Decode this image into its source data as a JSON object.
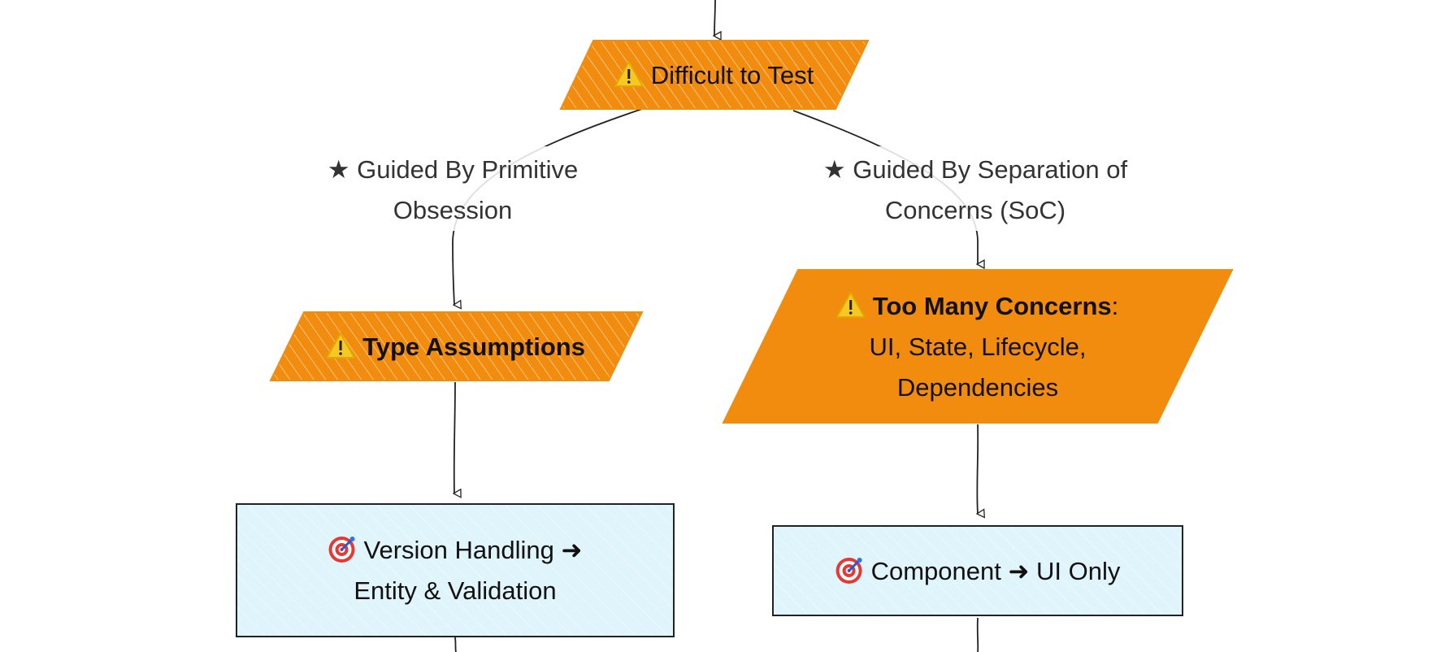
{
  "diagram": {
    "nodes": {
      "difficult": {
        "icon": "warning-icon",
        "lines": [
          [
            {
              "text": "Difficult to Test",
              "bold": false
            }
          ]
        ],
        "fill": "#f28c0f"
      },
      "type_assumptions": {
        "icon": "warning-icon",
        "lines": [
          [
            {
              "text": "Type Assumptions",
              "bold": true
            }
          ]
        ],
        "fill": "#f28c0f"
      },
      "too_many": {
        "icon": "warning-icon",
        "lines": [
          [
            {
              "text": "Too Many Concerns",
              "bold": true
            },
            {
              "text": ":",
              "bold": false
            }
          ],
          [
            {
              "text": "UI, State, Lifecycle,",
              "bold": false
            }
          ],
          [
            {
              "text": "Dependencies",
              "bold": false
            }
          ]
        ],
        "fill": "#f28c0f"
      },
      "version_handling": {
        "icon": "target-icon",
        "lines": [
          [
            {
              "text": "Version Handling ➜",
              "bold": false
            }
          ],
          [
            {
              "text": "Entity & Validation",
              "bold": false
            }
          ]
        ],
        "fill": "#e0f4fb"
      },
      "component": {
        "icon": "target-icon",
        "lines": [
          [
            {
              "text": "Component ➜ UI Only",
              "bold": false
            }
          ]
        ],
        "fill": "#e0f4fb"
      }
    },
    "edge_labels": {
      "primitive": [
        "★ Guided By Primitive",
        "Obsession"
      ],
      "soc": [
        "★ Guided By Separation of",
        "Concerns (SoC)"
      ]
    },
    "colors": {
      "decision_fill": "#f28c0f",
      "process_fill": "#e0f4fb",
      "stroke": "#222222",
      "text": "#111111",
      "edge_label_text": "#333333"
    }
  }
}
